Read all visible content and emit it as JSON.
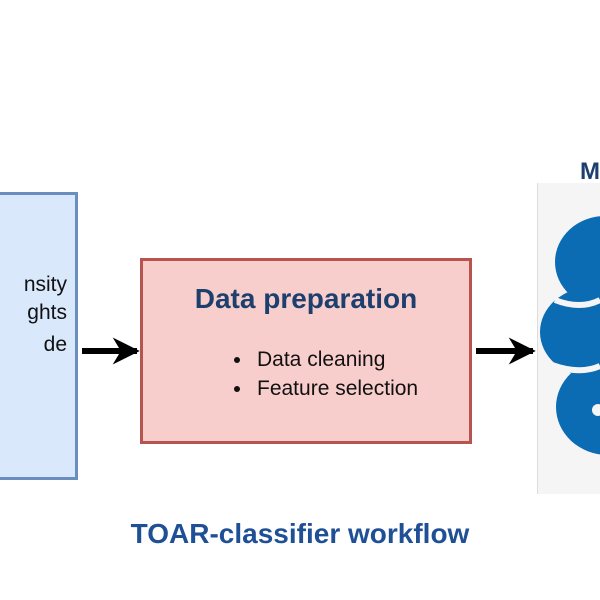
{
  "left_box": {
    "lines": [
      "nsity",
      "ghts",
      "de"
    ]
  },
  "mid_box": {
    "title": "Data preparation",
    "bullets": [
      "Data cleaning",
      "Feature selection"
    ]
  },
  "right_box": {
    "title_fragment": "M"
  },
  "caption": "TOAR-classifier workflow",
  "colors": {
    "blue_box_fill": "#dae8fc",
    "blue_box_border": "#6c8ebf",
    "red_box_fill": "#f8cecc",
    "red_box_border": "#b85450",
    "title_navy": "#1c3f6e",
    "caption_blue": "#1f5096",
    "logo_blue": "#0b6cb3"
  }
}
